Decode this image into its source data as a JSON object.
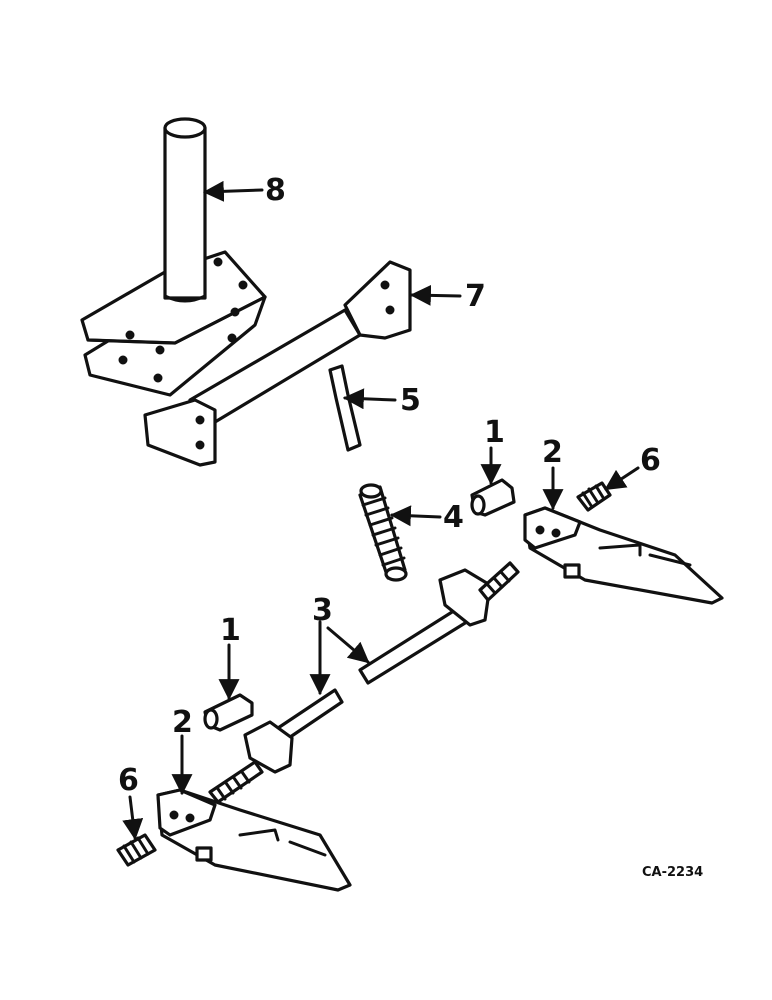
{
  "callouts": {
    "c1a": "1",
    "c1b": "1",
    "c2a": "2",
    "c2b": "2",
    "c3": "3",
    "c4": "4",
    "c5": "5",
    "c6a": "6",
    "c6b": "6",
    "c7": "7",
    "c8": "8"
  },
  "figure_code": "CA-2234"
}
